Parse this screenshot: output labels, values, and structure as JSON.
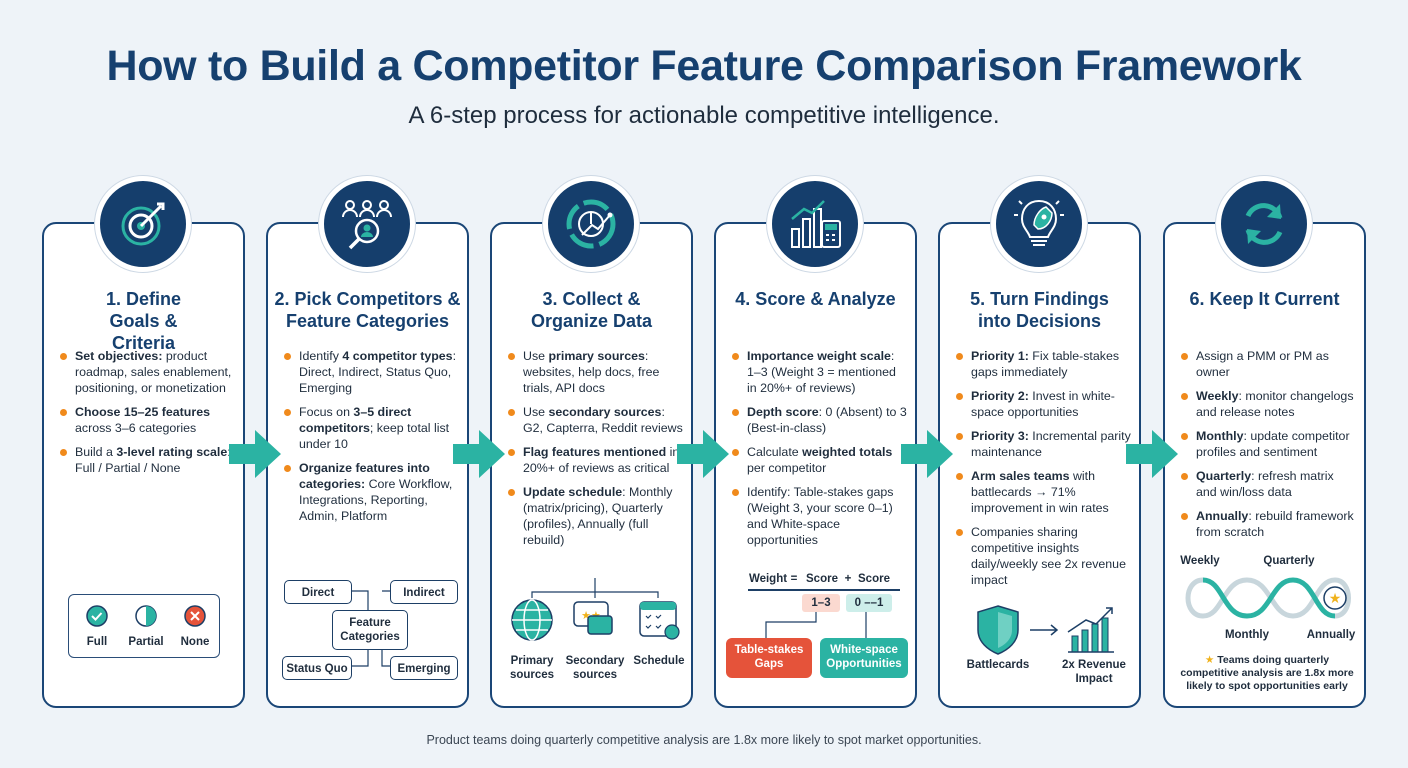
{
  "title": "How to Build a Competitor Feature Comparison Framework",
  "subtitle": "A 6-step process for actionable competitive intelligence.",
  "footer": "Product teams doing quarterly competitive analysis are 1.8x more likely to spot market opportunities.",
  "colors": {
    "navy": "#153e6c",
    "teal": "#2bb3a3",
    "orange": "#f08a1c",
    "red": "#e5533a"
  },
  "steps": [
    {
      "title": "1. Define Goals & Criteria",
      "icon": "target-icon",
      "bullets": [
        {
          "bold": "Set objectives:",
          "text": " product roadmap, sales enablement, positioning, or monetization"
        },
        {
          "bold": "Choose 15–25 features",
          "text": " across 3–6 categories"
        },
        {
          "pre": "Build a ",
          "bold": "3-level rating scale",
          "text": ": Full / Partial / None"
        }
      ],
      "legend": [
        "Full",
        "Partial",
        "None"
      ]
    },
    {
      "title": "2. Pick Competitors & Feature Categories",
      "icon": "people-search-icon",
      "bullets": [
        {
          "pre": "Identify ",
          "bold": "4 competitor types",
          "text": ": Direct, Indirect, Status Quo, Emerging"
        },
        {
          "pre": "Focus on ",
          "bold": "3–5 direct competitors",
          "text": "; keep total list under 10"
        },
        {
          "bold": "Organize features into categories:",
          "text": " Core Workflow, Integrations, Reporting, Admin, Platform"
        }
      ],
      "diagram": {
        "center": "Feature Categories",
        "tl": "Direct",
        "tr": "Indirect",
        "bl": "Status Quo",
        "br": "Emerging"
      }
    },
    {
      "title": "3. Collect & Organize Data",
      "icon": "data-chart-icon",
      "bullets": [
        {
          "pre": "Use ",
          "bold": "primary sources",
          "text": ": websites, help docs, free trials, API docs"
        },
        {
          "pre": "Use ",
          "bold": "secondary sources",
          "text": ": G2, Capterra, Reddit reviews"
        },
        {
          "bold": "Flag features mentioned",
          "text": " in 20%+ of reviews as critical"
        },
        {
          "bold": "Update schedule",
          "text": ": Monthly (matrix/pricing), Quarterly (profiles), Annually (full rebuild)"
        }
      ],
      "sources": [
        "Primary sources",
        "Secondary sources",
        "Schedule"
      ]
    },
    {
      "title": "4. Score & Analyze",
      "icon": "analytics-icon",
      "bullets": [
        {
          "bold": "Importance weight scale",
          "text": ": 1–3 (Weight 3 = mentioned in 20%+ of reviews)"
        },
        {
          "bold": "Depth score",
          "text": ": 0 (Absent) to 3 (Best-in-class)"
        },
        {
          "pre": "Calculate ",
          "bold": "weighted totals",
          "text": " per competitor"
        },
        {
          "pre": "Identify: Table-stakes gaps (Weight 3, your score 0–1) and White-space opportunities",
          "bold": "",
          "text": ""
        }
      ],
      "formula": {
        "weight": "Weight",
        "eq": "=",
        "score": "Score",
        "plus": "+",
        "score2": "Score",
        "a": "1–3",
        "b": "0 ––1"
      },
      "tags": [
        "Table-stakes Gaps",
        "White-space Opportunities"
      ]
    },
    {
      "title": "5. Turn Findings into Decisions",
      "icon": "rocket-idea-icon",
      "bullets": [
        {
          "bold": "Priority 1:",
          "text": " Fix table-stakes gaps immediately"
        },
        {
          "bold": "Priority 2:",
          "text": " Invest in white-space opportunities"
        },
        {
          "bold": "Priority 3:",
          "text": " Incremental parity maintenance"
        },
        {
          "bold": "Arm sales teams",
          "text": " with battlecards → 71% improvement in win rates"
        },
        {
          "pre": "Companies sharing competitive insights daily/weekly see 2x revenue impact",
          "bold": "",
          "text": ""
        }
      ],
      "outcomes": [
        "Battlecards",
        "2x Revenue Impact"
      ]
    },
    {
      "title": "6. Keep It Current",
      "icon": "refresh-icon",
      "bullets": [
        {
          "pre": "Assign a PMM or PM as owner",
          "bold": "",
          "text": ""
        },
        {
          "bold": "Weekly",
          "text": ": monitor changelogs and release notes"
        },
        {
          "bold": "Monthly",
          "text": ": update competitor profiles and sentiment"
        },
        {
          "bold": "Quarterly",
          "text": ": refresh matrix and win/loss data"
        },
        {
          "bold": "Annually",
          "text": ": rebuild framework from scratch"
        }
      ],
      "timeline": [
        "Weekly",
        "Quarterly",
        "Monthly",
        "Annually"
      ],
      "note": "Teams doing quarterly competitive analysis are 1.8x more likely to spot opportunities early"
    }
  ]
}
